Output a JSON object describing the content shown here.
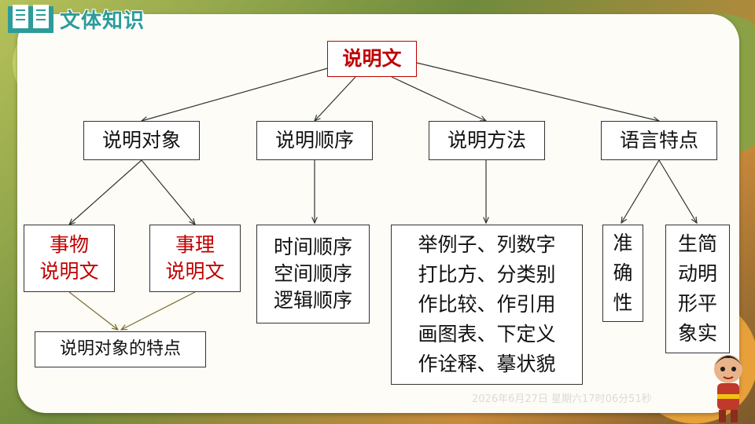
{
  "header": {
    "title": "文体知识",
    "icon": "book-icon"
  },
  "root": "说明文",
  "categories": [
    {
      "label": "说明对象"
    },
    {
      "label": "说明顺序"
    },
    {
      "label": "说明方法"
    },
    {
      "label": "语言特点"
    }
  ],
  "object_types": [
    {
      "lines": [
        "事物",
        "说明文"
      ]
    },
    {
      "lines": [
        "事理",
        "说明文"
      ]
    }
  ],
  "object_feature": "说明对象的特点",
  "orders": [
    "时间顺序",
    "空间顺序",
    "逻辑顺序"
  ],
  "methods": [
    "举例子、列数字",
    "打比方、分类别",
    "作比较、作引用",
    "画图表、下定义",
    "作诠释、摹状貌"
  ],
  "language": {
    "accuracy": [
      "准",
      "确",
      "性"
    ],
    "vivid": [
      "生简",
      "动明",
      "形平",
      "象实"
    ]
  },
  "timestamp": "2026年6月27日 星期六17时06分51秒",
  "colors": {
    "accent_red": "#c00000",
    "title_teal": "#2c9c9a",
    "panel": "#fdfcf7"
  }
}
